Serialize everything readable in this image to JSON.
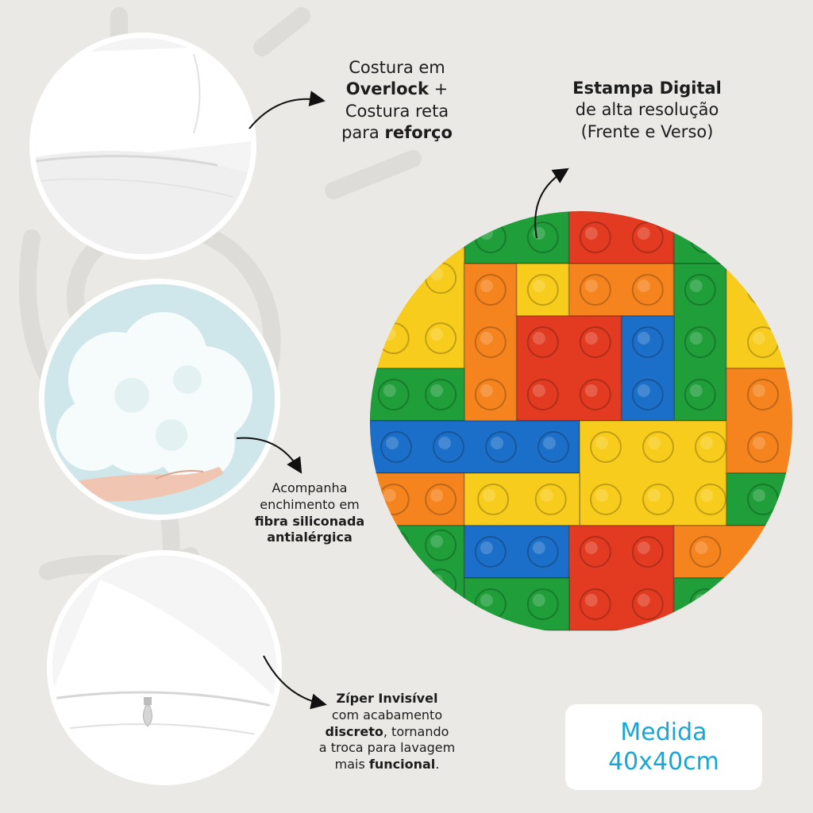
{
  "features": {
    "sewing": {
      "line1": "Costura em",
      "bold1": "Overlock",
      "after_bold1": " +",
      "line3": "Costura reta",
      "line4_pre": "para ",
      "bold2": "reforço"
    },
    "print": {
      "bold": "Estampa Digital",
      "line2": "de alta resolução",
      "line3": "(Frente e Verso)"
    },
    "filling": {
      "line1": "Acompanha",
      "line2": "enchimento em",
      "bold1": "fibra siliconada",
      "bold2": "antialérgica"
    },
    "zipper": {
      "bold1": "Zíper Invisível",
      "line2": "com acabamento",
      "bold2": "discreto",
      "after_bold2": ", tornando",
      "line4": "a troca para lavagem",
      "line5_pre": "mais ",
      "bold3": "funcional",
      "line5_post": "."
    }
  },
  "size": {
    "label": "Medida",
    "value": "40x40cm"
  },
  "colors": {
    "background": "#ebe9e6",
    "accent": "#17a6d6",
    "lego_green": "#1f9e3a",
    "lego_red": "#e23b22",
    "lego_orange": "#f5841f",
    "lego_yellow": "#f8cc1c",
    "lego_blue": "#1c6fc9"
  }
}
